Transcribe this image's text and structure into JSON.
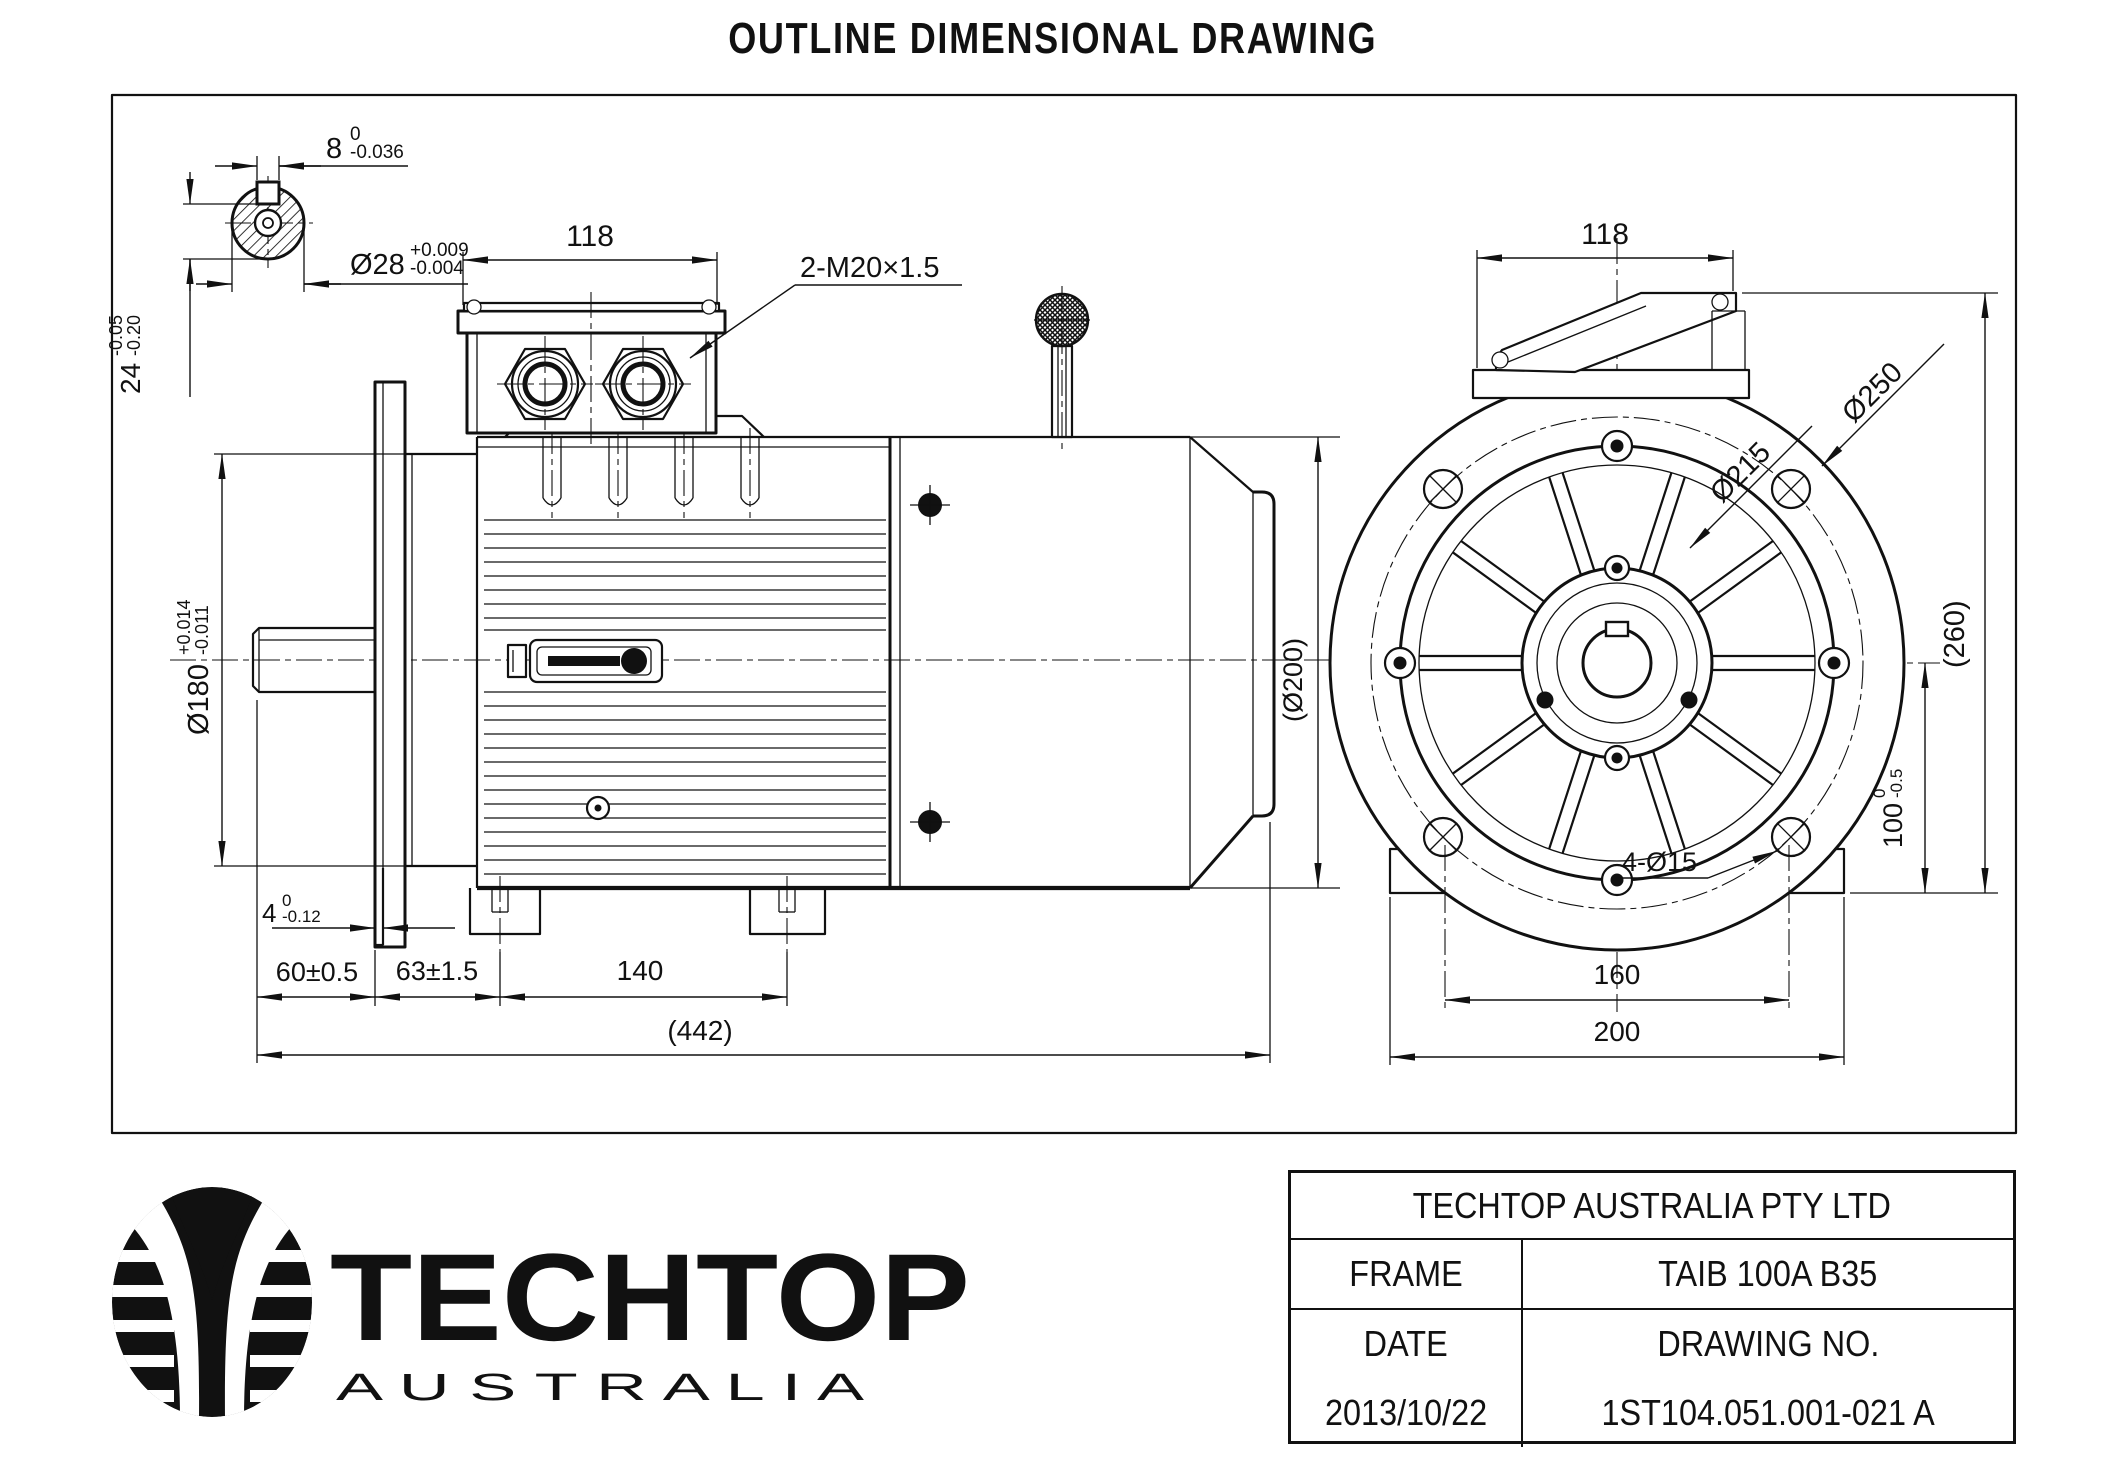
{
  "title": "OUTLINE DIMENSIONAL DRAWING",
  "shaft_section": {
    "keyway_width": {
      "value": "8",
      "tol_upper": "0",
      "tol_lower": "-0.036"
    },
    "shaft_diameter": {
      "value": "Ø28",
      "tol_upper": "+0.009",
      "tol_lower": "-0.004"
    },
    "keyway_height": {
      "value": "24",
      "tol_upper": "-0.05",
      "tol_lower": "-0.20"
    }
  },
  "side_view": {
    "terminal_box_width": "118",
    "cable_glands": "2-M20×1.5",
    "spigot_diameter": {
      "value": "Ø180",
      "tol_upper": "+0.014",
      "tol_lower": "-0.011"
    },
    "flange_thickness": {
      "value": "4",
      "tol_upper": "0",
      "tol_lower": "-0.12"
    },
    "shaft_extension": "60±0.5",
    "flange_to_foot": "63±1.5",
    "foot_spacing": "140",
    "overall_length": "(442)",
    "fan_cover_diameter": "(Ø200)"
  },
  "front_view": {
    "terminal_box_width": "118",
    "bolt_circle_diameter": "Ø215",
    "flange_diameter": "Ø250",
    "overall_height": "(260)",
    "shaft_height": {
      "value": "100",
      "tol_upper": "0",
      "tol_lower": "-0.5"
    },
    "flange_holes": "4-Ø15",
    "foot_hole_spacing": "160",
    "foot_width": "200"
  },
  "logo": {
    "brand": "TECHTOP",
    "region": "A U S T R A L I A"
  },
  "title_block": {
    "company": "TECHTOP AUSTRALIA PTY LTD",
    "frame_label": "FRAME",
    "frame_value": "TAIB 100A B35",
    "date_label": "DATE",
    "date_value": "2013/10/22",
    "drawing_no_label": "DRAWING NO.",
    "drawing_no_value": "1ST104.051.001-021 A"
  }
}
